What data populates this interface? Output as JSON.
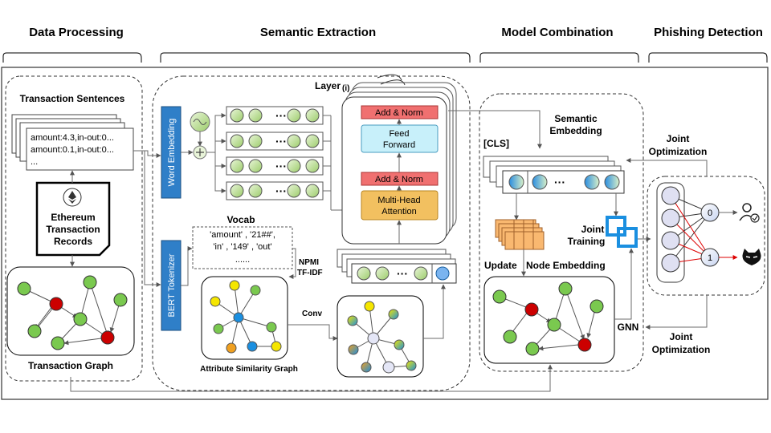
{
  "sections": {
    "data_processing": "Data Processing",
    "semantic_extraction": "Semantic Extraction",
    "model_combination": "Model Combination",
    "phishing_detection": "Phishing Detection"
  },
  "data_processing": {
    "transaction_sentences": "Transaction Sentences",
    "sentence_lines": [
      "amount:4.3,in-out:0...",
      "amount:0.1,in-out:0...",
      "..."
    ],
    "ethereum_records": [
      "Ethereum",
      "Transaction",
      "Records"
    ],
    "transaction_graph": "Transaction Graph"
  },
  "semantic_extraction": {
    "word_embedding": "Word Embedding",
    "bert_tokenizer": "BERT Tokenizer",
    "vocab_title": "Vocab",
    "vocab_lines": [
      "'amount' , '21##',",
      "'in' , '149' , 'out'",
      "......"
    ],
    "npmi": "NPMI",
    "tfidf": "TF-IDF",
    "attribute_graph": "Attribute Similarity Graph",
    "conv": "Conv",
    "layer": "Layer",
    "layer_sub": "(i)",
    "add_norm_top": "Add & Norm",
    "feed_forward": [
      "Feed",
      "Forward"
    ],
    "add_norm_bottom": "Add & Norm",
    "multi_head": [
      "Multi-Head",
      "Attention"
    ],
    "ellipsis": "···"
  },
  "model_combination": {
    "semantic_embedding": [
      "Semantic",
      "Embedding"
    ],
    "cls": "[CLS]",
    "joint_training": [
      "Joint",
      "Training"
    ],
    "update": "Update",
    "node_embedding": "Node Embedding",
    "gnn": "GNN"
  },
  "phishing_detection": {
    "joint_opt_top": [
      "Joint",
      "Optimization"
    ],
    "joint_opt_bottom": [
      "Joint",
      "Optimization"
    ],
    "output_0": "0",
    "output_1": "1"
  },
  "colors": {
    "node_green": "#7ac94f",
    "node_red": "#cc0000",
    "node_yellow": "#f5e600",
    "node_blue": "#1a8fe0",
    "node_orange": "#f0a020",
    "add_norm": "#f07070",
    "feed_forward": "#c8f0fa",
    "multi_head": "#f2c060",
    "tokenizer_bar": "#2f7fc8"
  }
}
